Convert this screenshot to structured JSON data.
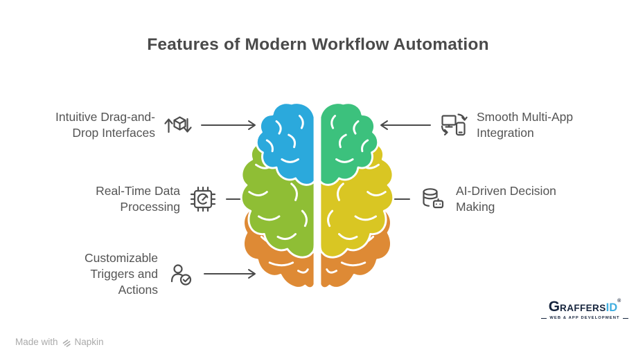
{
  "title": "Features of Modern Workflow Automation",
  "features_left": [
    {
      "label": "Intuitive Drag-and-\nDrop Interfaces",
      "icon": "drag-drop-cube-icon"
    },
    {
      "label": "Real-Time Data\nProcessing",
      "icon": "processor-chip-icon"
    },
    {
      "label": "Customizable\nTriggers and\nActions",
      "icon": "user-check-icon"
    }
  ],
  "features_right": [
    {
      "label": "Smooth Multi-App\nIntegration",
      "icon": "multi-device-sync-icon"
    },
    {
      "label": "AI-Driven Decision\nMaking",
      "icon": "database-ai-icon"
    }
  ],
  "brain": {
    "regions": [
      {
        "id": "left-frontal",
        "color": "#2BA9DC"
      },
      {
        "id": "left-middle",
        "color": "#8FBE35"
      },
      {
        "id": "left-lower",
        "color": "#DE8A35"
      },
      {
        "id": "right-frontal",
        "color": "#3CC17D"
      },
      {
        "id": "right-middle",
        "color": "#D9C623"
      },
      {
        "id": "right-lower",
        "color": "#DE8A35"
      }
    ]
  },
  "colors": {
    "title_text": "#4a4a4a",
    "label_text": "#545454",
    "arrow": "#4a4a4a",
    "logo_navy": "#16243d",
    "logo_blue": "#41aee0"
  },
  "logo": {
    "brand_g": "G",
    "brand_rest": "RAFFERS",
    "brand_id": "ID",
    "registered": "®",
    "tagline": "WEB & APP DEVELOPMENT"
  },
  "footer": {
    "made_with": "Made with",
    "brand": "Napkin"
  }
}
